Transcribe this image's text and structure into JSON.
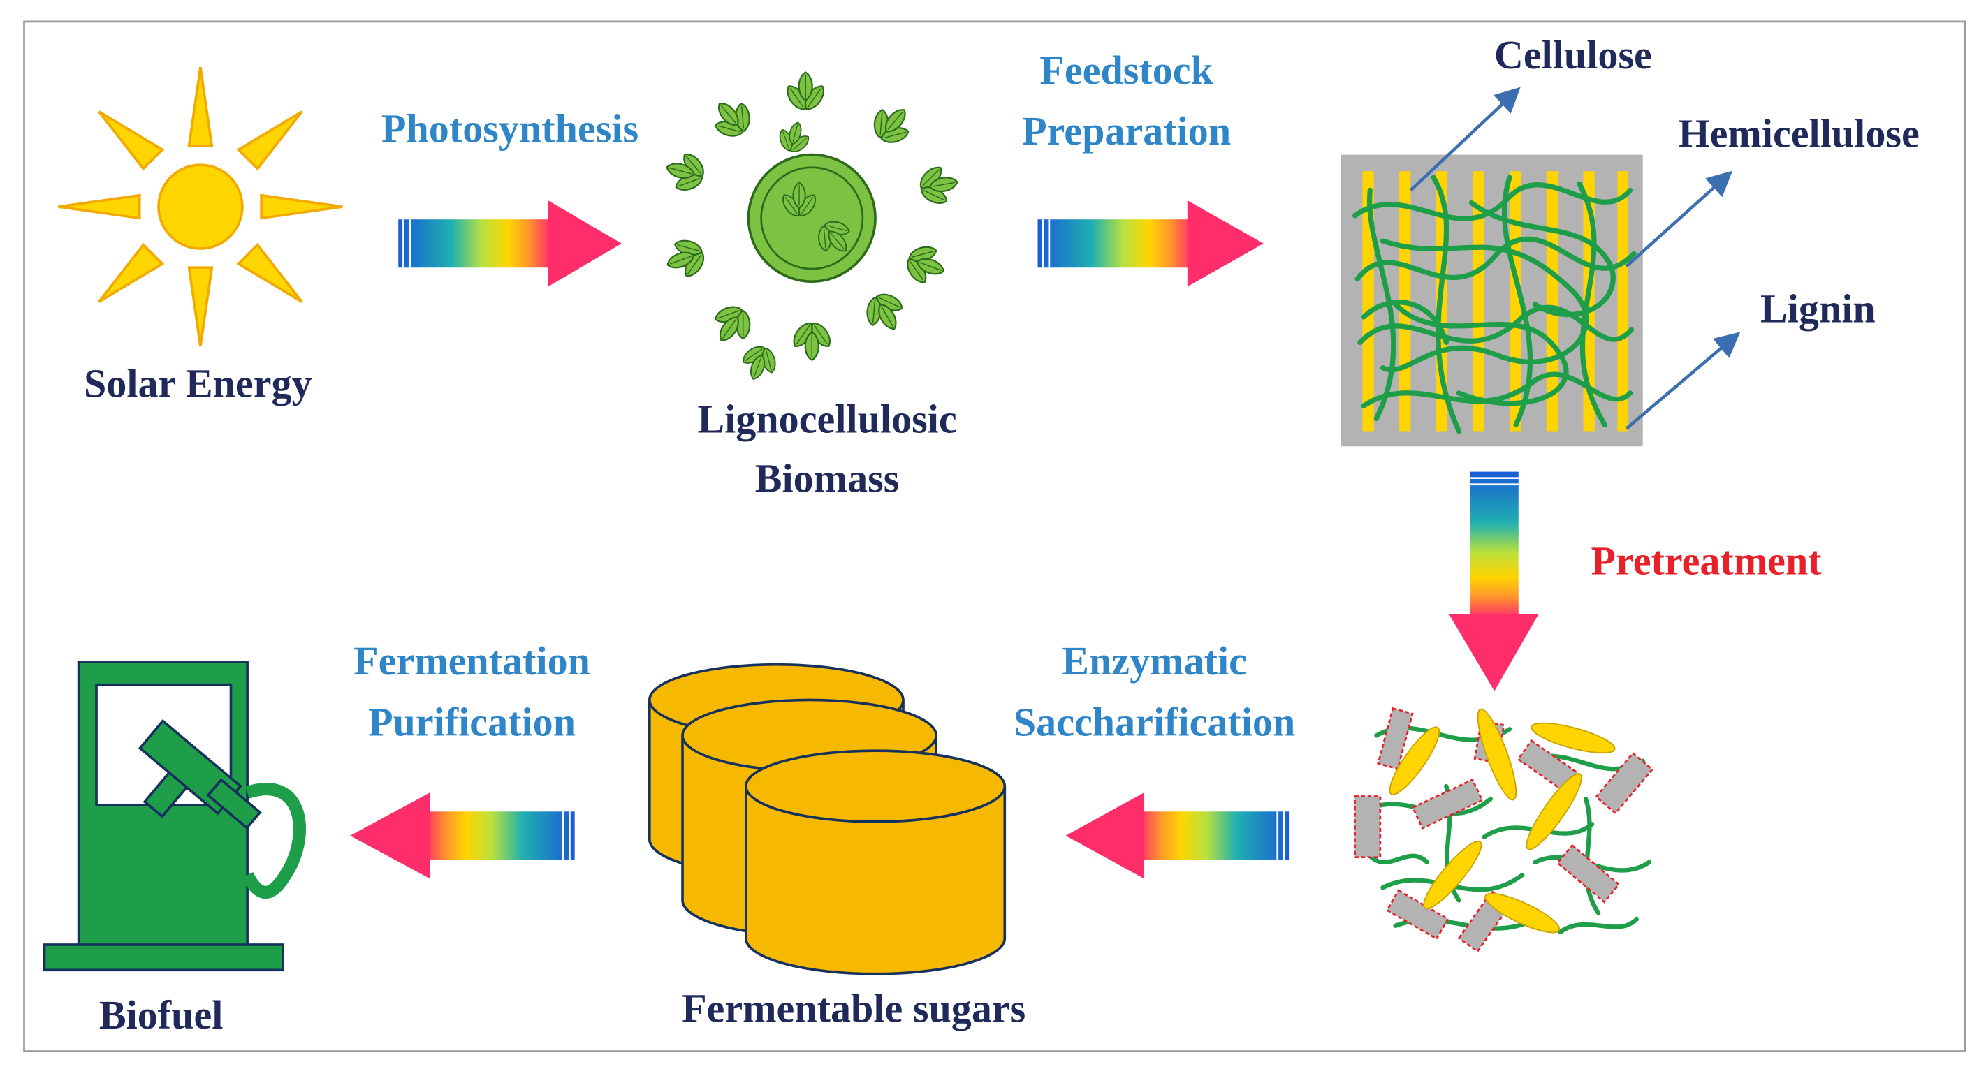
{
  "labels": {
    "solar_energy": "Solar Energy",
    "photosynthesis": "Photosynthesis",
    "biomass_line1": "Lignocellulosic",
    "biomass_line2": "Biomass",
    "feedstock_line1": "Feedstock",
    "feedstock_line2": "Preparation",
    "cellulose": "Cellulose",
    "hemicellulose": "Hemicellulose",
    "lignin": "Lignin",
    "pretreatment": "Pretreatment",
    "enzymatic_line1": "Enzymatic",
    "enzymatic_line2": "Saccharification",
    "fermentation_line1": "Fermentation",
    "fermentation_line2": "Purification",
    "fermentable_sugars": "Fermentable sugars",
    "biofuel": "Biofuel"
  },
  "colors": {
    "frame": "#9a9a9a",
    "dark_label": "#1f2a5a",
    "blue_label": "#2e86c8",
    "red_label": "#e8202a",
    "sun": "#ffd500",
    "sun_outline": "#f2a900",
    "leaf": "#7dc242",
    "leaf_outline": "#2b6b1a",
    "fiber_green": "#1e9e48",
    "fiber_yellow": "#ffd400",
    "matrix_gray": "#b3b3b3",
    "sugar": "#f7b800",
    "pump": "#1e9e48",
    "pump_outline": "#16325c",
    "pointer_blue": "#3b6fb0"
  },
  "icons": [
    "sun-icon",
    "biomass-icon",
    "lignocellulose-structure-icon",
    "broken-structure-icon",
    "sugar-drums-icon",
    "fuel-pump-icon"
  ]
}
